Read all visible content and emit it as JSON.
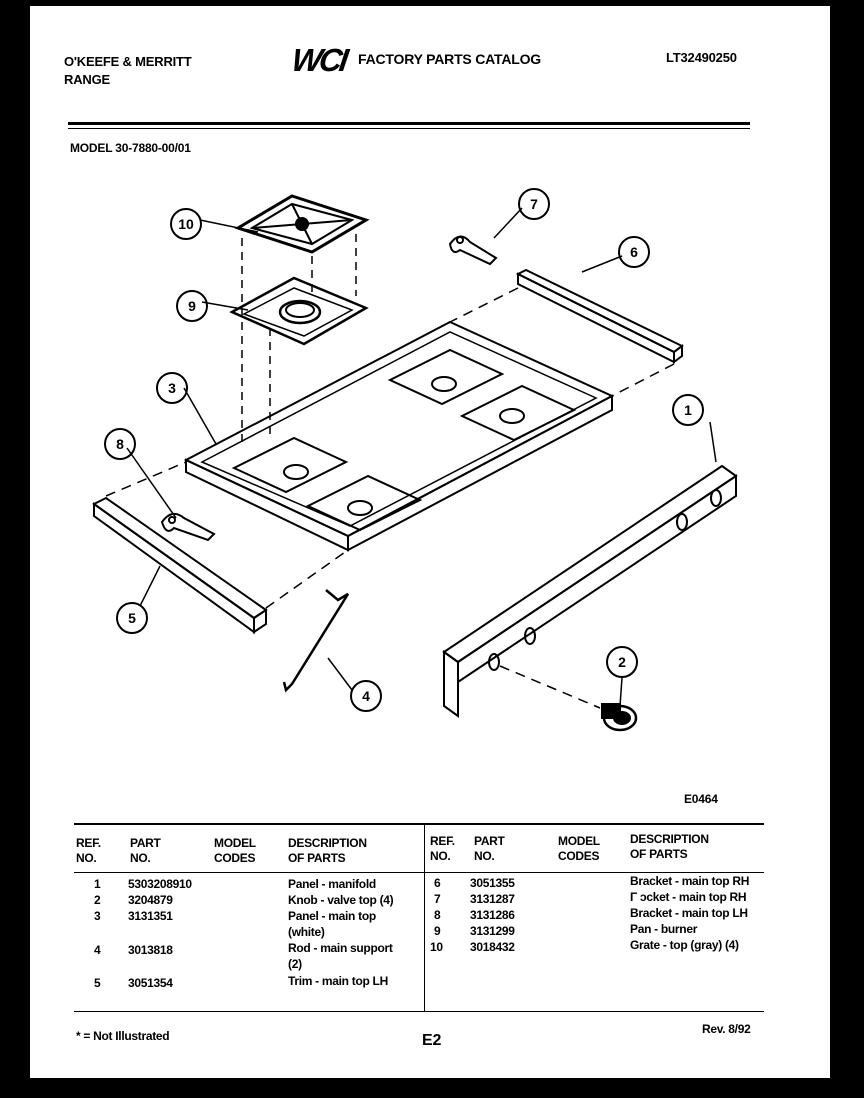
{
  "header": {
    "brand_line1": "O'KEEFE & MERRITT",
    "brand_line2": "RANGE",
    "logo_text": "WCI",
    "catalog_title": "FACTORY PARTS CATALOG",
    "catalog_number": "LT32490250",
    "model_label": "MODEL 30-7880-00/01"
  },
  "diagram": {
    "drawing_id": "E0464",
    "callouts": [
      "1",
      "2",
      "3",
      "4",
      "5",
      "6",
      "7",
      "8",
      "9",
      "10"
    ]
  },
  "table": {
    "headers": {
      "ref_line1": "REF.",
      "ref_line2": "NO.",
      "part_line1": "PART",
      "part_line2": "NO.",
      "model_line1": "MODEL",
      "model_line2": "CODES",
      "desc_line1": "DESCRIPTION",
      "desc_line2": "OF PARTS"
    },
    "left_rows": [
      {
        "ref": "1",
        "part": "5303208910",
        "desc": "Panel - manifold"
      },
      {
        "ref": "2",
        "part": "3204879",
        "desc": "Knob - valve top (4)"
      },
      {
        "ref": "3",
        "part": "3131351",
        "desc": "Panel - main top",
        "desc2": "(white)"
      },
      {
        "ref": "4",
        "part": "3013818",
        "desc": "Rod - main support",
        "desc2": "(2)"
      },
      {
        "ref": "5",
        "part": "3051354",
        "desc": "Trim - main top LH"
      }
    ],
    "right_rows": [
      {
        "ref": "6",
        "part": "3051355",
        "desc": "Bracket - main top RH"
      },
      {
        "ref": "7",
        "part": "3131287",
        "desc": "Γ ɔcket - main top RH"
      },
      {
        "ref": "8",
        "part": "3131286",
        "desc": "Bracket - main top LH"
      },
      {
        "ref": "9",
        "part": "3131299",
        "desc": "Pan - burner"
      },
      {
        "ref": "10",
        "part": "3018432",
        "desc": "Grate - top (gray) (4)"
      }
    ]
  },
  "footer": {
    "note": "* = Not Illustrated",
    "page": "E2",
    "revision": "Rev. 8/92"
  }
}
